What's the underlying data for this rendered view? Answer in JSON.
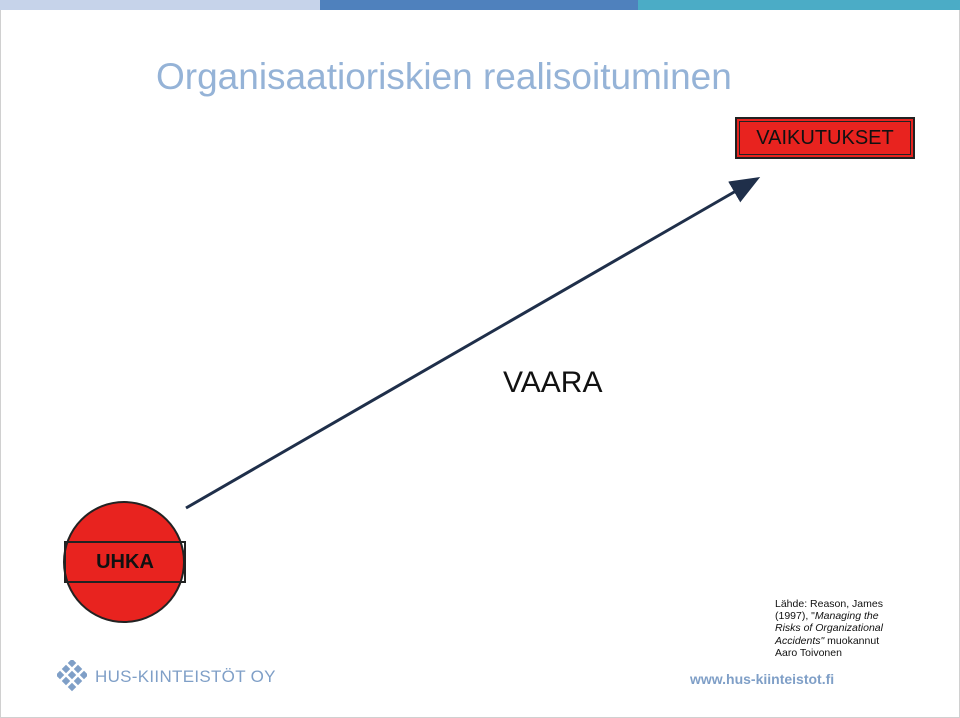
{
  "slide": {
    "title": "Organisaatioriskien realisoituminen",
    "effects_label": "VAIKUTUKSET",
    "danger_label": "VAARA",
    "threat_label": "UHKA"
  },
  "source": {
    "line1": "Lähde: Reason, James",
    "line2_plain": "(1997), \"",
    "line2_italic": "Managing the",
    "line3_italic": "Risks of Organizational",
    "line4_italic": "Accidents\"",
    "line4_plain": " muokannut",
    "line5": "Aaro Toivonen"
  },
  "footer": {
    "logo_text": "HUS-KIINTEISTÖT OY",
    "url": "www.hus-kiinteistot.fi"
  },
  "colors": {
    "title": "#95b3d7",
    "red": "#e8231f",
    "logo": "#7f9fc7"
  }
}
